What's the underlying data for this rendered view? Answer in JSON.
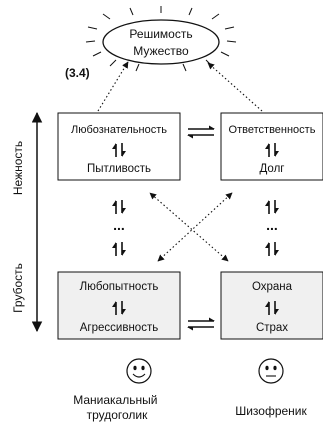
{
  "top_oval": {
    "line1": "Решимость",
    "line2": "Мужество"
  },
  "equation_label": "(3.4)",
  "axis": {
    "upper_label": "Нежность",
    "lower_label": "Грубость"
  },
  "boxes": {
    "top_left": {
      "line1": "Любознательность",
      "line2": "Пытливость"
    },
    "top_right": {
      "line1": "Ответственность",
      "line2": "Долг"
    },
    "bottom_left": {
      "line1": "Любопытность",
      "line2": "Агрессивность"
    },
    "bottom_right": {
      "line1": "Охрана",
      "line2": "Страх"
    }
  },
  "ellipsis": "...",
  "captions": {
    "left": "Маниакальный трудоголик",
    "right": "Шизофреник"
  },
  "colors": {
    "box_fill_bottom": "#f0f0f0",
    "box_fill_top": "#ffffff",
    "stroke": "#111111"
  }
}
